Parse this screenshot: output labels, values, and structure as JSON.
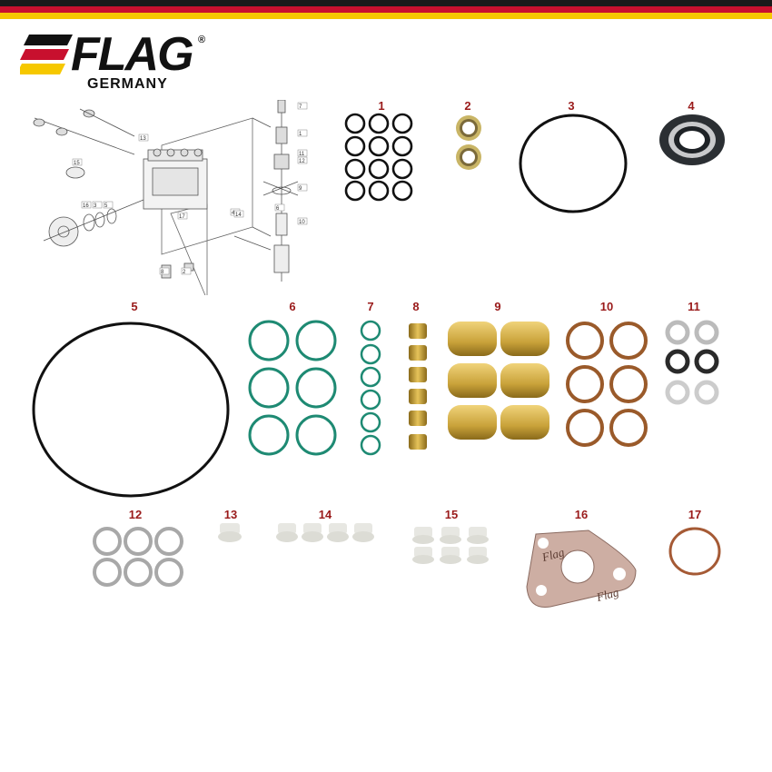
{
  "brand": {
    "name": "FLAG",
    "registered": "®",
    "country": "GERMANY"
  },
  "colors": {
    "accent": "#9a1b1b",
    "flag_black": "#1a1a1a",
    "flag_red": "#c8102e",
    "flag_gold": "#f6c800"
  },
  "diagram": {
    "callouts": [
      "13",
      "7",
      "11",
      "12",
      "1",
      "9",
      "10",
      "15",
      "16",
      "3",
      "5",
      "4",
      "14",
      "17",
      "8",
      "2",
      "6"
    ]
  },
  "parts": [
    {
      "no": "1",
      "name": "O-ring set (black, 12 pcs)"
    },
    {
      "no": "2",
      "name": "Sealing washer (2 pcs)"
    },
    {
      "no": "3",
      "name": "Large O-ring"
    },
    {
      "no": "4",
      "name": "Shaft seal"
    },
    {
      "no": "5",
      "name": "Housing O-ring"
    },
    {
      "no": "6",
      "name": "O-ring set (green, 6 pcs)"
    },
    {
      "no": "7",
      "name": "O-ring set (small green, 6 pcs)"
    },
    {
      "no": "8",
      "name": "Brass sleeve (6 pcs)"
    },
    {
      "no": "9",
      "name": "Brass cap (6 pcs)"
    },
    {
      "no": "10",
      "name": "Copper ring (6 pcs)"
    },
    {
      "no": "11",
      "name": "Washer set (6 pcs)"
    },
    {
      "no": "12",
      "name": "Metal ring (6 pcs)"
    },
    {
      "no": "13",
      "name": "Plastic bushing"
    },
    {
      "no": "14",
      "name": "Plastic bushing (4 pcs)"
    },
    {
      "no": "15",
      "name": "Plastic bushing (6 pcs)"
    },
    {
      "no": "16",
      "name": "Flange gasket"
    },
    {
      "no": "17",
      "name": "Copper ring"
    }
  ],
  "gasket_text": "Flag"
}
